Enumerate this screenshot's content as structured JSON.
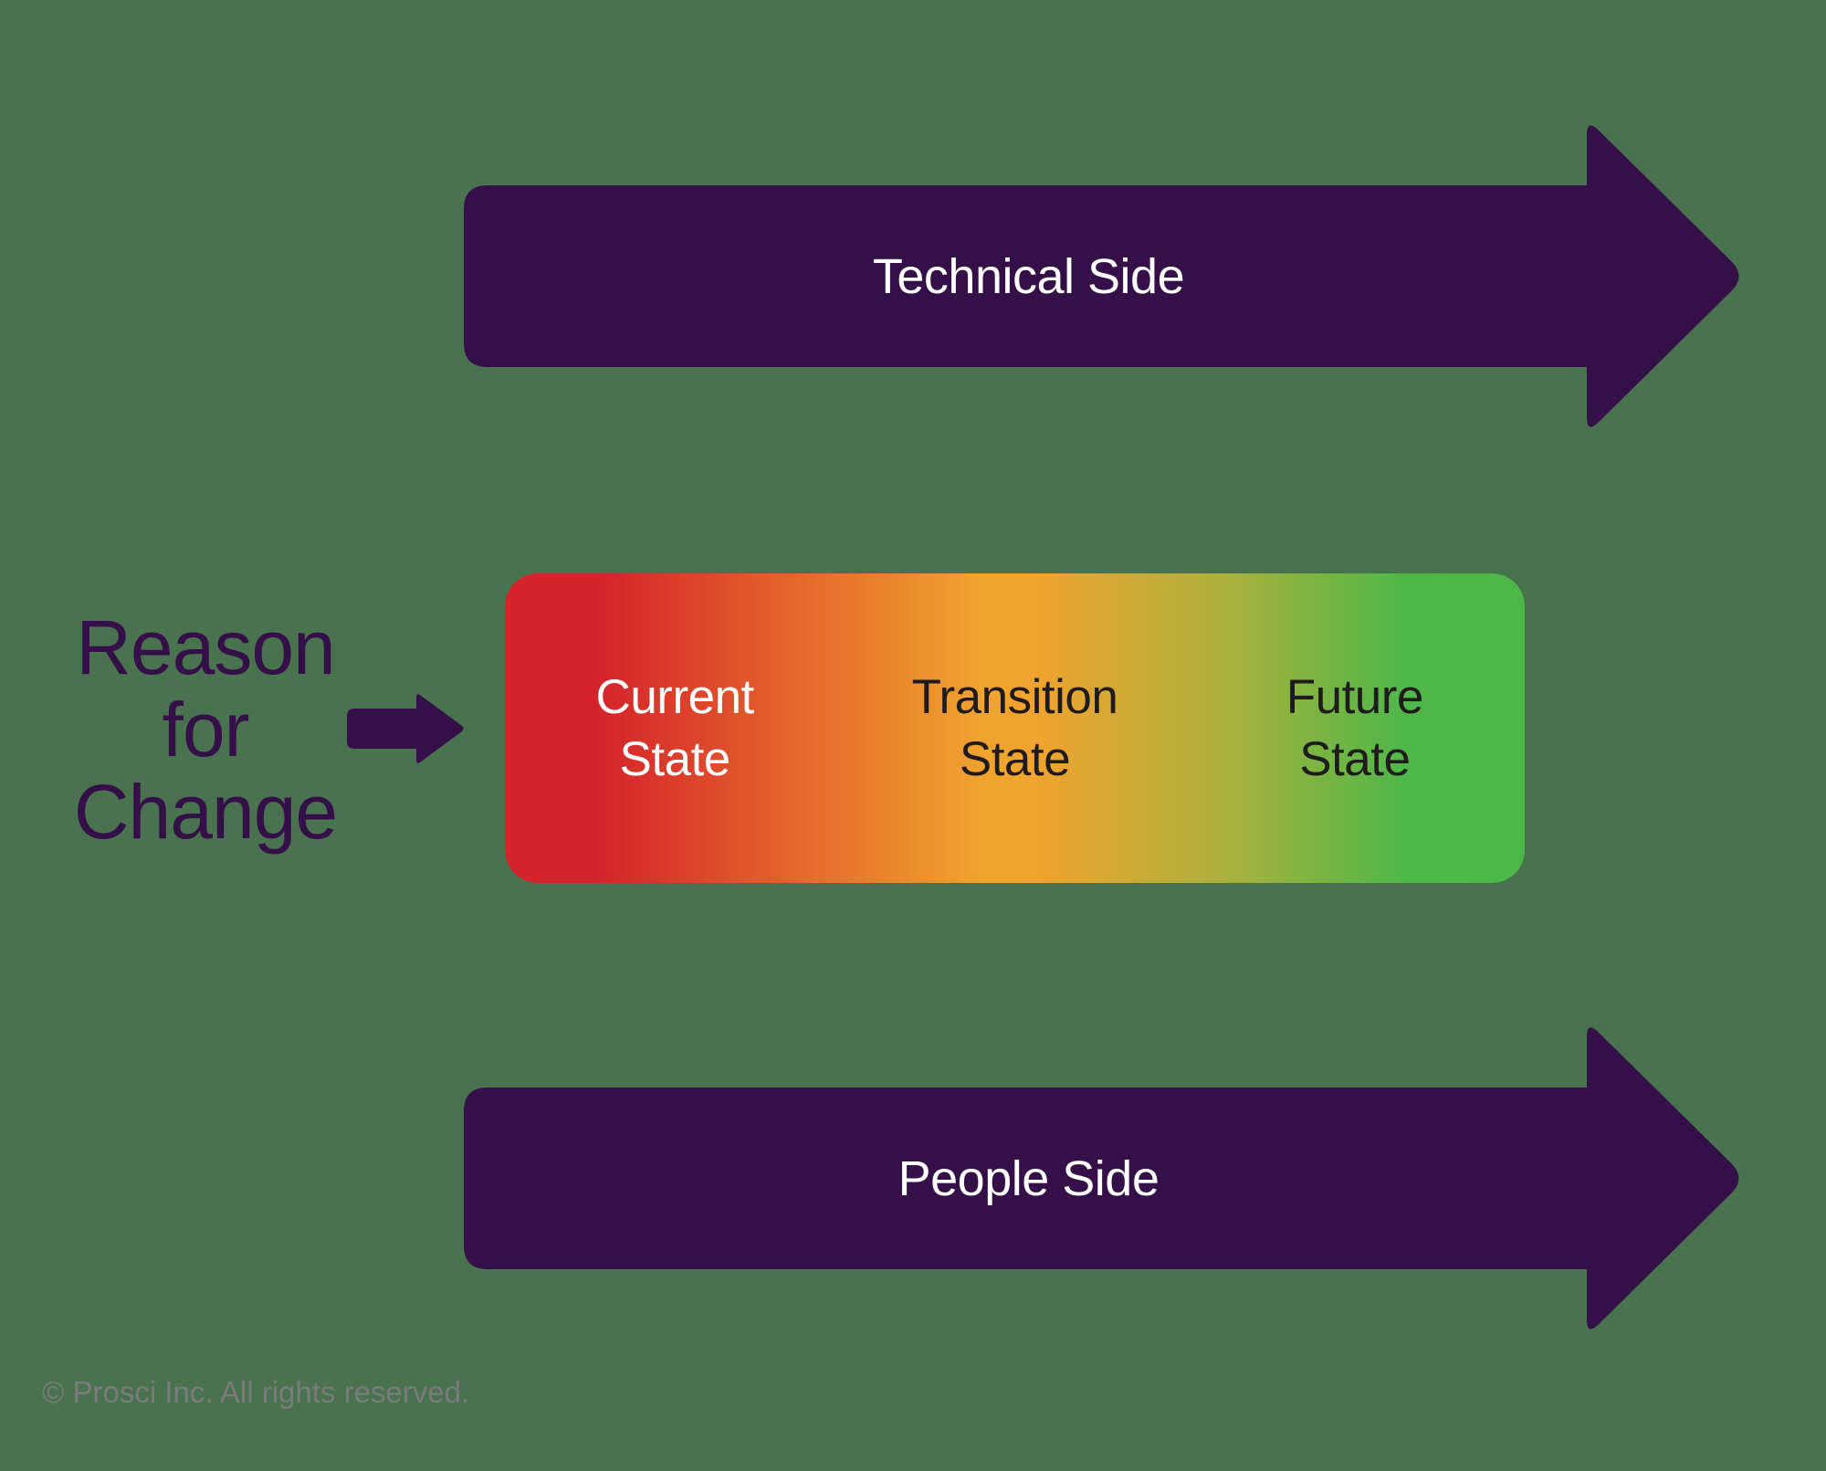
{
  "colors": {
    "background": "#49724F",
    "arrow_purple": "#351048",
    "arrow_text": "#FFFFFF",
    "gradient_red": "#D5232B",
    "gradient_orange": "#F0A42E",
    "gradient_green": "#4CB848",
    "state_dark_text": "#1F1B1C",
    "copyright_gray": "#7B7B7B"
  },
  "top_arrow": {
    "label": "Technical Side"
  },
  "bottom_arrow": {
    "label": "People Side"
  },
  "reason": {
    "lines": [
      "Reason",
      "for",
      "Change"
    ]
  },
  "states": [
    {
      "lines": [
        "Current",
        "State"
      ]
    },
    {
      "lines": [
        "Transition",
        "State"
      ]
    },
    {
      "lines": [
        "Future",
        "State"
      ]
    }
  ],
  "footer": {
    "copyright": "© Prosci Inc. All rights reserved."
  }
}
